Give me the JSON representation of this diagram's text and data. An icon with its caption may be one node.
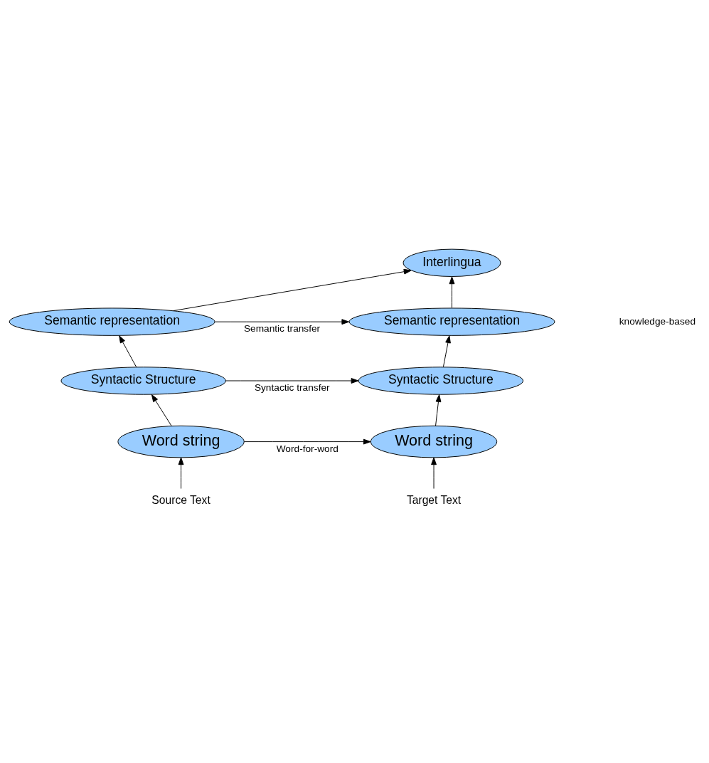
{
  "diagram": {
    "nodes": [
      {
        "text": [
          "Interlingua"
        ]
      },
      {
        "text": [
          "Semantic representation"
        ]
      },
      {
        "text": [
          "Semantic representation"
        ]
      },
      {
        "text": [
          "Syntactic Structure"
        ]
      },
      {
        "text": [
          "Syntactic Structure"
        ]
      },
      {
        "text": [
          "Word string"
        ]
      },
      {
        "text": [
          "Word string"
        ]
      },
      {
        "text": [
          "Source Text"
        ]
      },
      {
        "text": [
          "Target Text"
        ]
      }
    ],
    "edges": [
      {
        "from": 7,
        "to": 5,
        "arrow": "to"
      },
      {
        "from": 5,
        "to": 3,
        "arrow": "to"
      },
      {
        "from": 3,
        "to": 1,
        "arrow": "to"
      },
      {
        "from": 1,
        "to": 0,
        "arrow": "to"
      },
      {
        "from": 8,
        "to": 6,
        "arrow": "to"
      },
      {
        "from": 6,
        "to": 4,
        "arrow": "to"
      },
      {
        "from": 4,
        "to": 2,
        "arrow": "to"
      },
      {
        "from": 2,
        "to": 0,
        "arrow": "to"
      },
      {
        "from": 1,
        "to": 2,
        "arrow": "to",
        "label": "Semantic transfer"
      },
      {
        "from": 3,
        "to": 4,
        "arrow": "to",
        "label": "Syntactic transfer"
      },
      {
        "from": 5,
        "to": 6,
        "arrow": "to",
        "label": "Word-for-word"
      }
    ],
    "labels": [
      "knowledge-based"
    ]
  }
}
